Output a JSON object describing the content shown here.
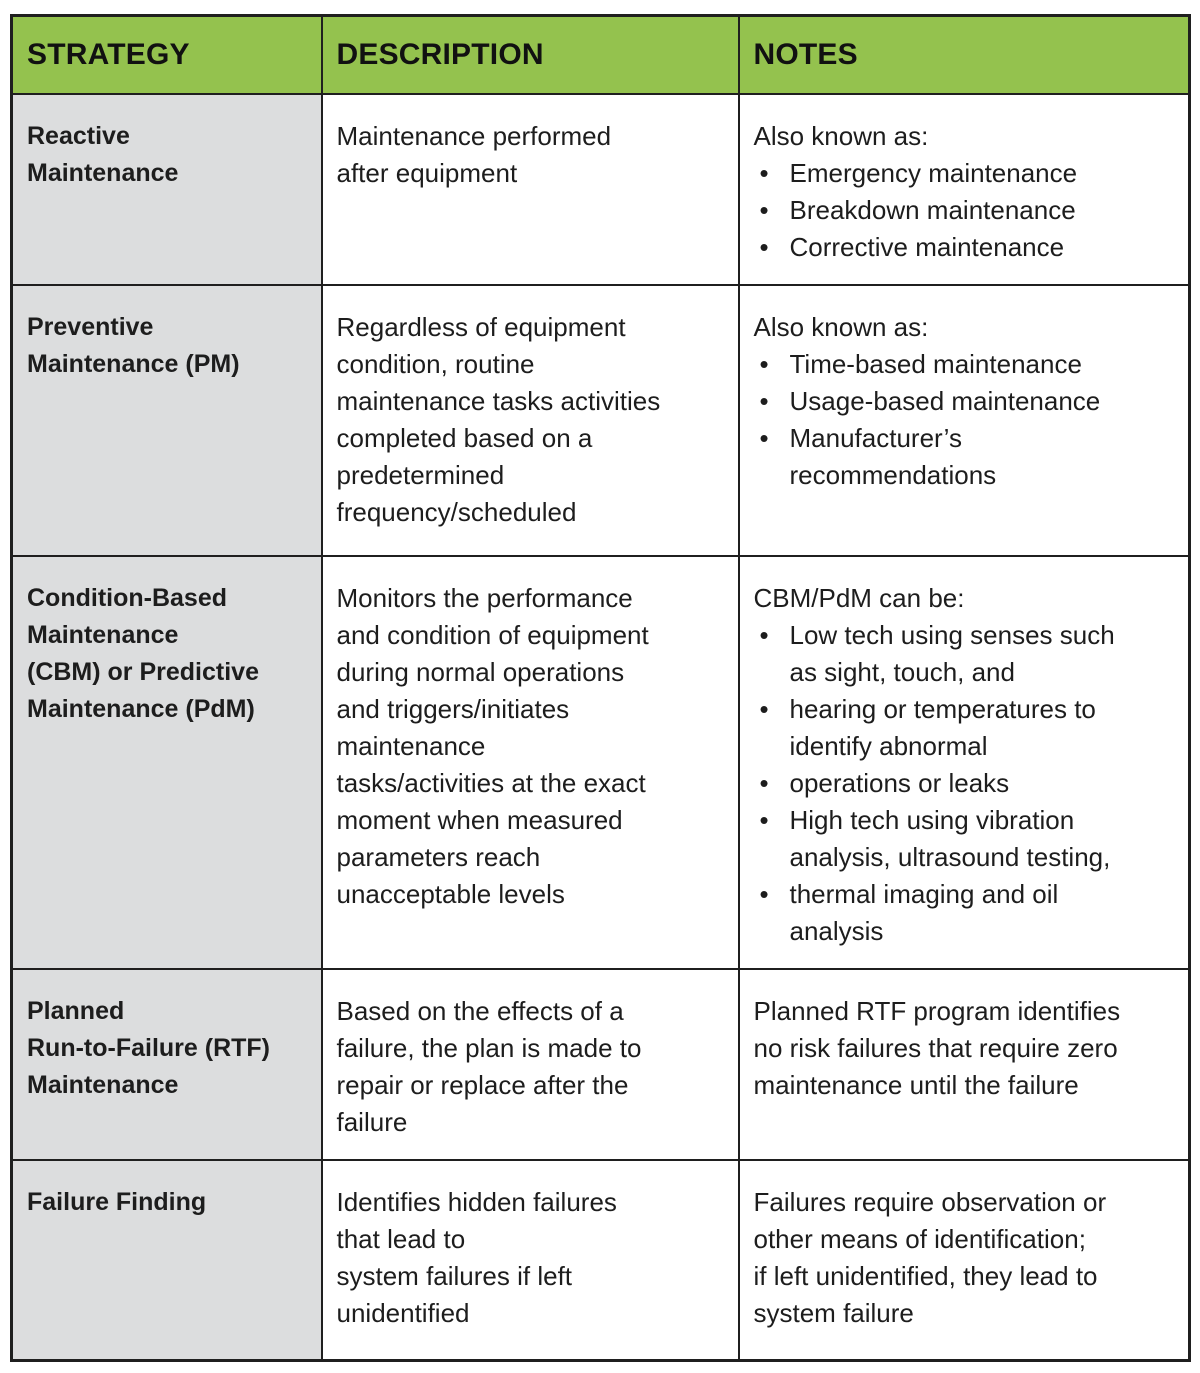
{
  "colors": {
    "header_bg": "#94C24E",
    "strategy_column_bg": "#DCDDDE",
    "border": "#1f1f1f",
    "text": "#1d1d1d"
  },
  "table": {
    "columns": [
      {
        "label": "STRATEGY"
      },
      {
        "label": "DESCRIPTION"
      },
      {
        "label": "NOTES"
      }
    ],
    "rows": [
      {
        "strategy": "Reactive\nMaintenance",
        "description": "Maintenance performed\nafter equipment",
        "notes": {
          "intro": "Also known as:",
          "bullets": [
            "Emergency maintenance",
            "Breakdown maintenance",
            "Corrective maintenance"
          ]
        }
      },
      {
        "strategy": "Preventive\nMaintenance (PM)",
        "description": "Regardless of equipment\ncondition, routine\nmaintenance tasks activities\ncompleted based on a\npredetermined\nfrequency/scheduled",
        "notes": {
          "intro": "Also known as:",
          "bullets": [
            "Time-based maintenance",
            "Usage-based maintenance",
            "Manufacturer’s\nrecommendations"
          ]
        }
      },
      {
        "strategy": "Condition-Based\nMaintenance\n(CBM) or Predictive\nMaintenance (PdM)",
        "description": "Monitors the performance\nand condition of equipment\nduring normal operations\nand triggers/initiates\nmaintenance\ntasks/activities at the exact\nmoment when measured\nparameters reach\nunacceptable levels",
        "notes": {
          "intro": "CBM/PdM can be:",
          "bullets": [
            "Low tech using senses such\nas sight, touch, and",
            "hearing or temperatures to\nidentify abnormal",
            "operations or leaks",
            "High tech using vibration\nanalysis, ultrasound testing,",
            "thermal imaging and oil\nanalysis"
          ]
        }
      },
      {
        "strategy": "Planned\nRun-to-Failure (RTF)\nMaintenance",
        "description": "Based on the effects of a\nfailure, the plan is made to\nrepair or replace after the\nfailure",
        "notes": {
          "intro": "Planned RTF program identifies\nno risk failures that require zero\nmaintenance until the failure",
          "bullets": []
        }
      },
      {
        "strategy": "Failure Finding",
        "description": "Identifies hidden failures\nthat lead to\nsystem failures if left\nunidentified",
        "notes": {
          "intro": "Failures require observation or\nother means of identification;\nif left unidentified, they lead to\nsystem failure",
          "bullets": []
        }
      }
    ]
  }
}
